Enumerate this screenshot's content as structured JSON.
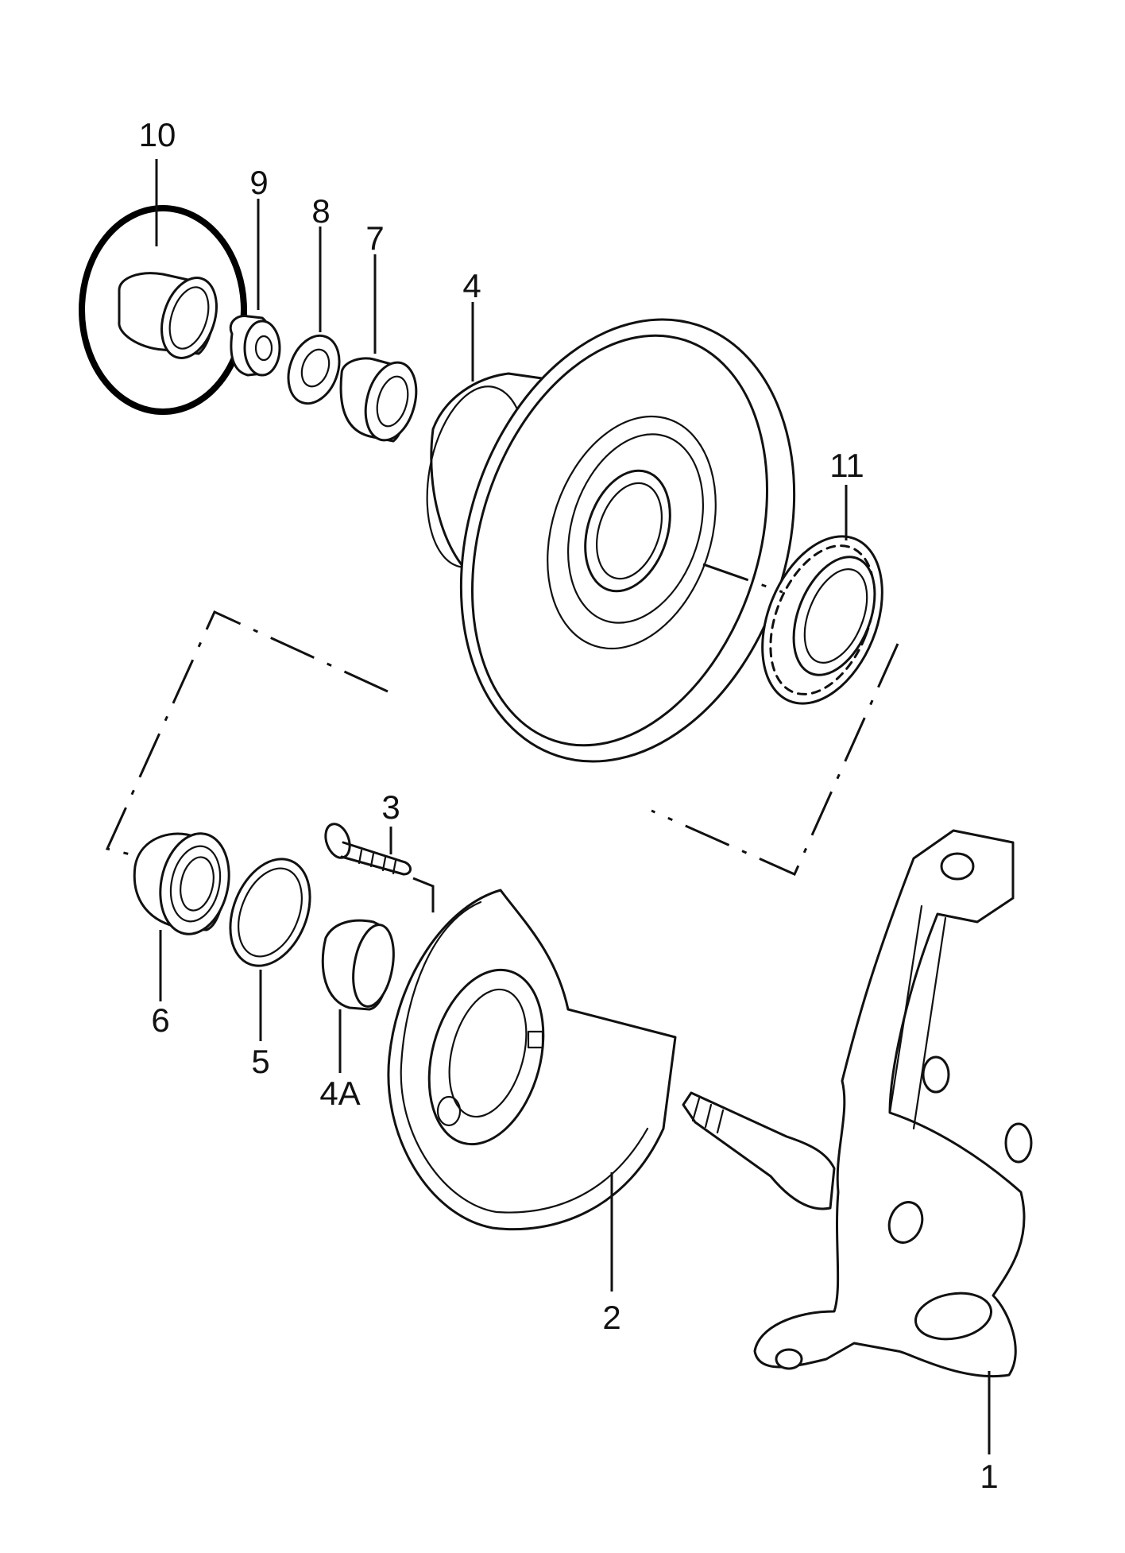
{
  "callouts": [
    {
      "id": "p10",
      "label": "10"
    },
    {
      "id": "p9",
      "label": "9"
    },
    {
      "id": "p8",
      "label": "8"
    },
    {
      "id": "p7",
      "label": "7"
    },
    {
      "id": "p4",
      "label": "4"
    },
    {
      "id": "p11",
      "label": "11"
    },
    {
      "id": "p3",
      "label": "3"
    },
    {
      "id": "p6",
      "label": "6"
    },
    {
      "id": "p5",
      "label": "5"
    },
    {
      "id": "p4a",
      "label": "4A"
    },
    {
      "id": "p2",
      "label": "2"
    },
    {
      "id": "p1",
      "label": "1"
    }
  ],
  "highlight": {
    "part": "10",
    "color": "#000000"
  },
  "colors": {
    "line": "#111111",
    "background": "#ffffff"
  }
}
